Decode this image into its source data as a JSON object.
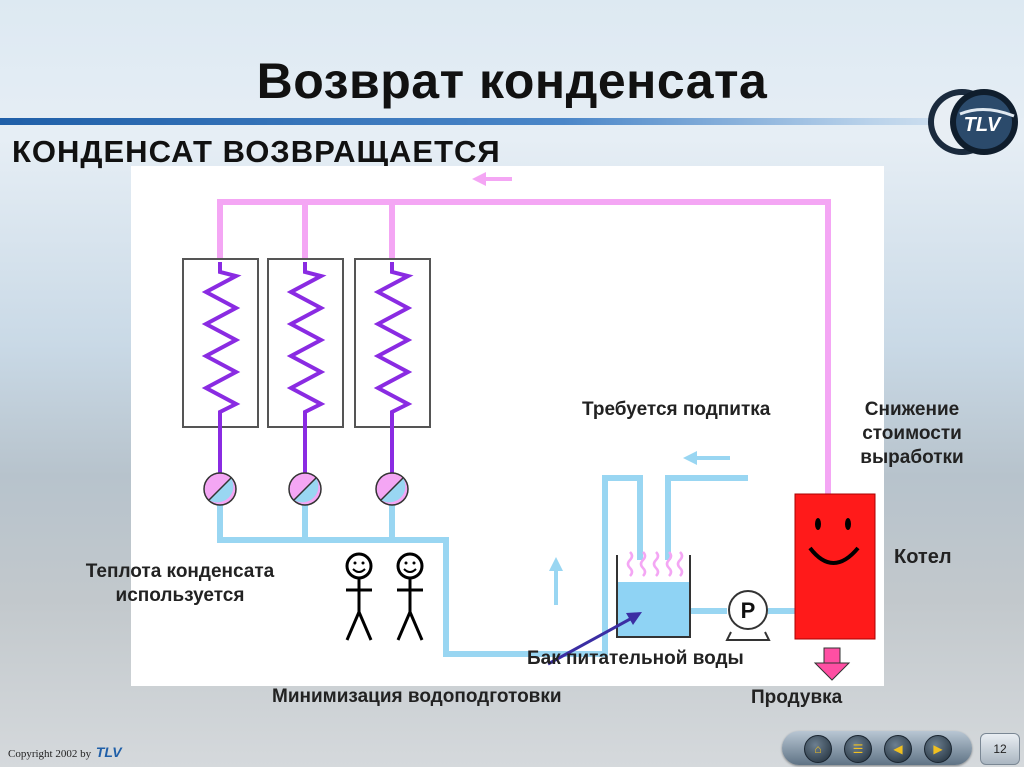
{
  "title": "Возврат конденсата",
  "subtitle": "КОНДЕНСАТ ВОЗВРАЩАЕТСЯ",
  "logo_text": "TLV",
  "labels": {
    "makeup_required": "Требуется подпитка",
    "cost_reduction": [
      "Снижение",
      "стоимости",
      "выработки"
    ],
    "boiler": "Котел",
    "heat_used": [
      "Теплота конденсата",
      "используется"
    ],
    "feedwater_tank": "Бак питательной воды",
    "water_treatment_min": "Минимизация водоподготовки",
    "blowdown": "Продувка",
    "pump": "P"
  },
  "footer": {
    "copyright": "Copyright 2002 by",
    "brand": "TLV",
    "page_number": "12",
    "nav_buttons": [
      "home-icon",
      "document-icon",
      "back-icon",
      "forward-icon"
    ]
  },
  "colors": {
    "steam_line": "#f4a6f4",
    "condensate_line": "#99d6f2",
    "coil": "#8a2be2",
    "boiler": "#ff1a1a",
    "tank_water": "#8fd3f4",
    "arrow_blowdown": "#ff4fa3"
  }
}
